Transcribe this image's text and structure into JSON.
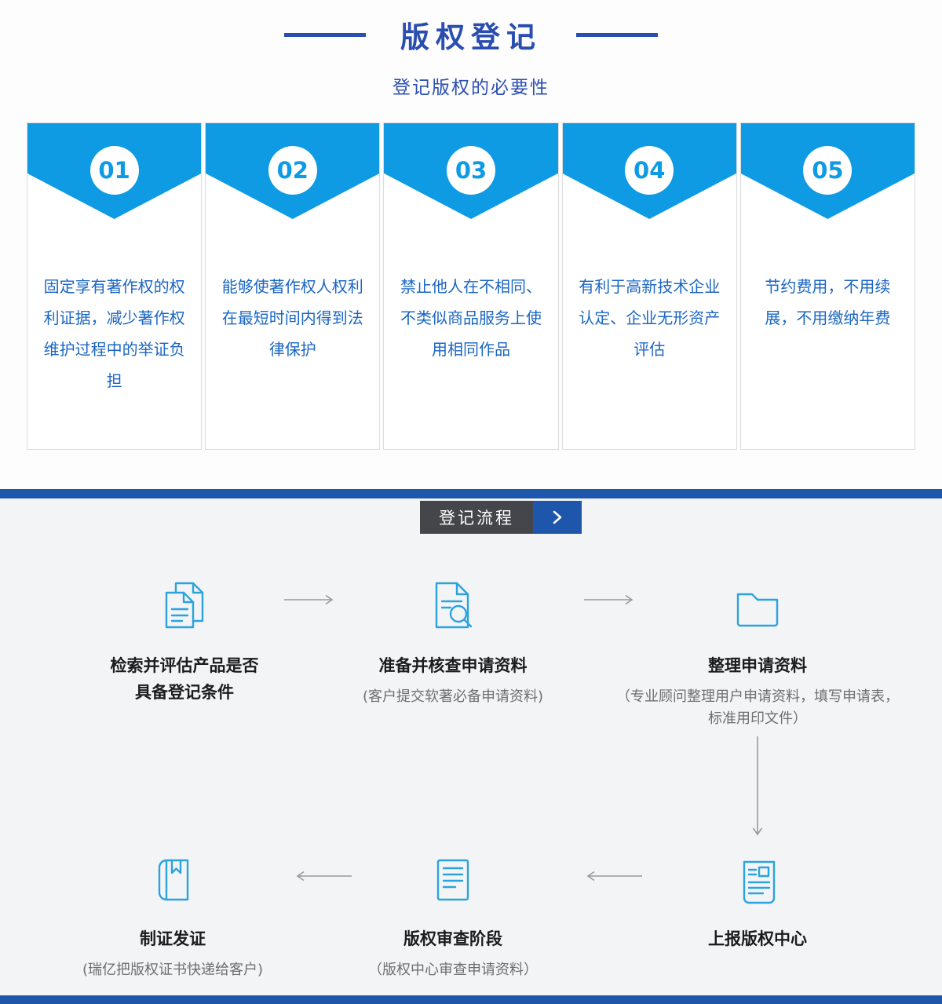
{
  "header": {
    "title": "版权登记",
    "subtitle": "登记版权的必要性"
  },
  "benefits": [
    {
      "number": "01",
      "text": "固定享有著作权的权利证据，减少著作权维护过程中的举证负担"
    },
    {
      "number": "02",
      "text": "能够使著作权人权利在最短时间内得到法律保护"
    },
    {
      "number": "03",
      "text": "禁止他人在不相同、不类似商品服务上使用相同作品"
    },
    {
      "number": "04",
      "text": "有利于高新技术企业认定、企业无形资产评估"
    },
    {
      "number": "05",
      "text": "节约费用，不用续展，不用缴纳年费"
    }
  ],
  "process": {
    "tab_label": "登记流程",
    "steps": [
      {
        "title": "检索并评估产品是否具备登记条件",
        "subtitle": ""
      },
      {
        "title": "准备并核查申请资料",
        "subtitle": "(客户提交软著必备申请资料)"
      },
      {
        "title": "整理申请资料",
        "subtitle": "（专业顾问整理用户申请资料，填写申请表，标准用印文件）"
      },
      {
        "title": "上报版权中心",
        "subtitle": ""
      },
      {
        "title": "版权审查阶段",
        "subtitle": "（版权中心审查申请资料）"
      },
      {
        "title": "制证发证",
        "subtitle": "(瑞亿把版权证书快递给客户)"
      }
    ]
  },
  "colors": {
    "accent_blue": "#0e9be4",
    "title_blue": "#2a4db0",
    "bar_blue": "#1e56ac",
    "text_blue": "#1a66c4",
    "icon_blue": "#2ba3de",
    "tab_dark": "#45454c"
  }
}
